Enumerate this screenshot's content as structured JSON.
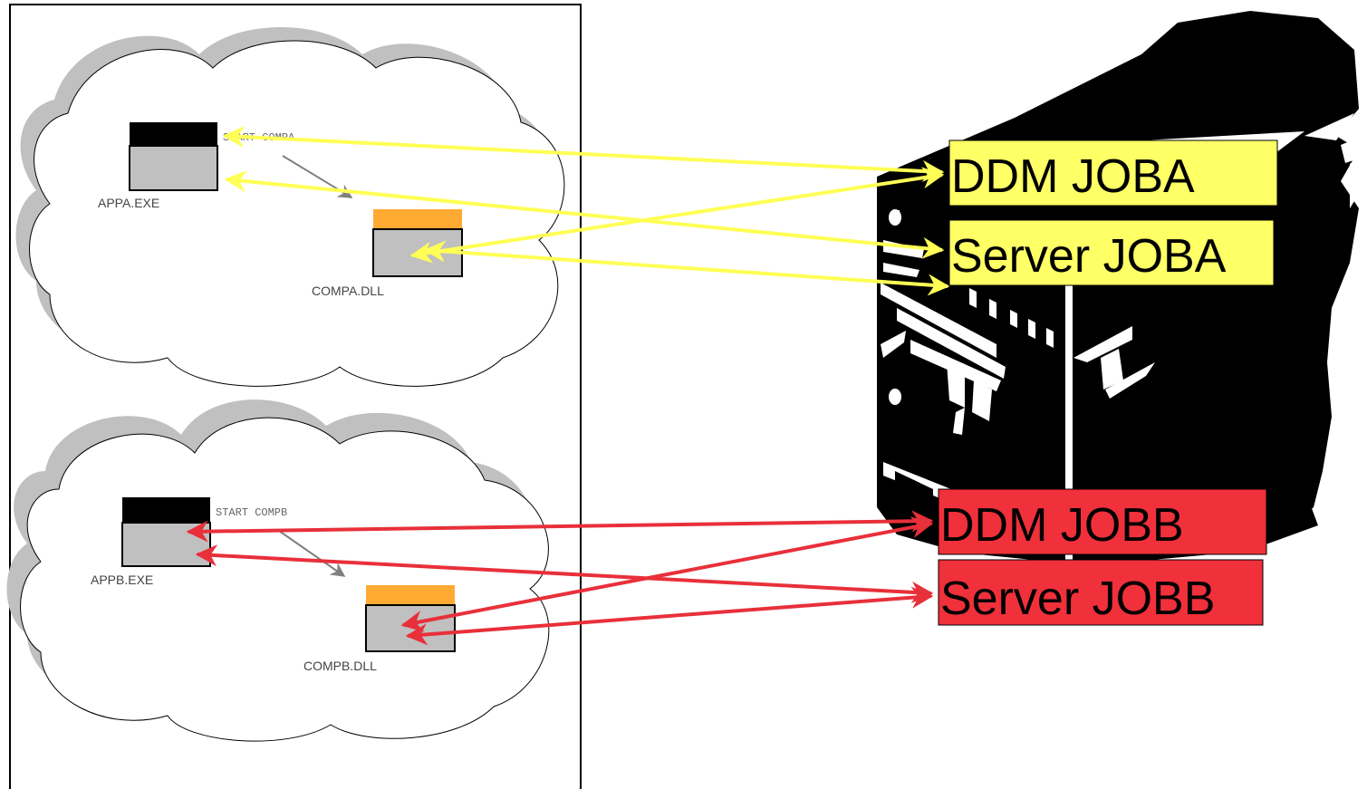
{
  "client": {
    "app_a": {
      "exe_label": "APPA.EXE",
      "dll_label": "COMPA.DLL",
      "start_label": "START COMPA"
    },
    "app_b": {
      "exe_label": "APPB.EXE",
      "dll_label": "COMPB.DLL",
      "start_label": "START COMPB"
    }
  },
  "server": {
    "ddm_joba": "DDM JOBA",
    "server_joba": "Server JOBA",
    "ddm_jobb": "DDM JOBB",
    "server_jobb": "Server JOBB"
  },
  "colors": {
    "job_a_fill": "#ffff66",
    "job_a_arrow": "#ffff55",
    "job_b_fill": "#f0303a",
    "job_b_arrow": "#e8303a",
    "exe_header": "#000000",
    "dll_header": "#ffaa33",
    "window_body": "#c0c0c0",
    "cloud_shadow": "#c0c0c0"
  }
}
